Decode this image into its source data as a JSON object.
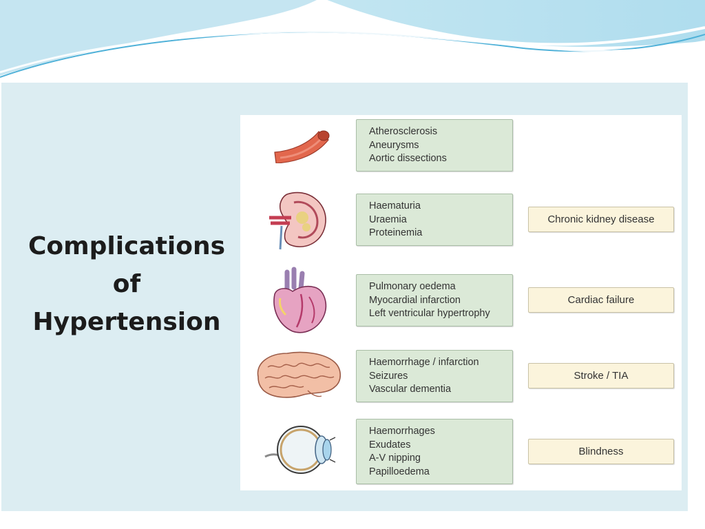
{
  "slide": {
    "title_lines": [
      "Complications",
      "of",
      "Hypertension"
    ],
    "colors": {
      "panel": "#dcedf2",
      "finding_box": "#dbe9d7",
      "outcome_box": "#fbf4dc",
      "wave": "#7fc6e0"
    }
  },
  "rows": [
    {
      "organ_icon": "artery-icon",
      "findings": [
        "Atherosclerosis",
        "Aneurysms",
        "Aortic dissections"
      ],
      "outcome": ""
    },
    {
      "organ_icon": "kidney-icon",
      "findings": [
        "Haematuria",
        "Uraemia",
        "Proteinemia"
      ],
      "outcome": "Chronic kidney disease"
    },
    {
      "organ_icon": "heart-icon",
      "findings": [
        "Pulmonary oedema",
        "Myocardial infarction",
        "Left ventricular hypertrophy"
      ],
      "outcome": "Cardiac failure"
    },
    {
      "organ_icon": "brain-icon",
      "findings": [
        "Haemorrhage / infarction",
        "Seizures",
        "Vascular dementia"
      ],
      "outcome": "Stroke / TIA"
    },
    {
      "organ_icon": "eye-icon",
      "findings": [
        "Haemorrhages",
        "Exudates",
        "A-V nipping",
        "Papilloedema"
      ],
      "outcome": "Blindness"
    }
  ]
}
